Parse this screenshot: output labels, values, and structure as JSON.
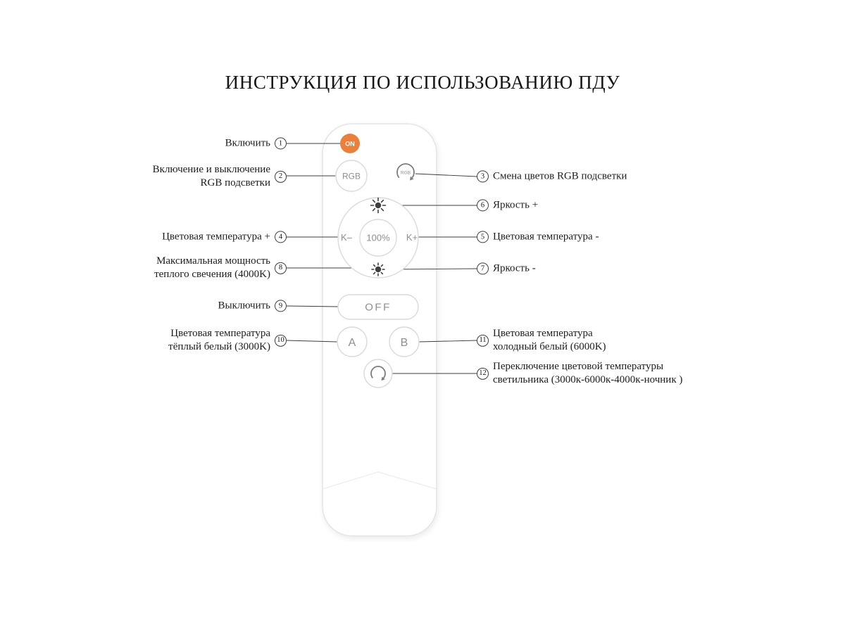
{
  "title": "ИНСТРУКЦИЯ ПО ИСПОЛЬЗОВАНИЮ ПДУ",
  "remote": {
    "buttons": {
      "on": "ON",
      "rgb": "RGB",
      "rgb_cycle": "RGB",
      "k_minus": "K–",
      "power_level": "100%",
      "k_plus": "K+",
      "off": "OFF",
      "a": "A",
      "b": "B"
    },
    "colors": {
      "on_button": "#e8813d",
      "leader_line": "#3c3c3c"
    }
  },
  "annotations": {
    "left": [
      {
        "num": "1",
        "label": "Включить"
      },
      {
        "num": "2",
        "label": "Включение и выключение RGB подсветки"
      },
      {
        "num": "4",
        "label": "Цветовая температура +"
      },
      {
        "num": "8",
        "label": "Максимальная мощность теплого свечения (4000K)"
      },
      {
        "num": "9",
        "label": "Выключить"
      },
      {
        "num": "10",
        "label": "Цветовая температура тёплый белый (3000K)"
      }
    ],
    "right": [
      {
        "num": "3",
        "label": "Смена цветов RGB подсветки"
      },
      {
        "num": "6",
        "label": "Яркость +"
      },
      {
        "num": "5",
        "label": "Цветовая температура -"
      },
      {
        "num": "7",
        "label": "Яркость -"
      },
      {
        "num": "11",
        "label": "Цветовая температура холодный белый (6000K)"
      },
      {
        "num": "12",
        "label": "Переключение цветовой температуры светильника  (3000к-6000к-4000к-ночник )"
      }
    ]
  }
}
